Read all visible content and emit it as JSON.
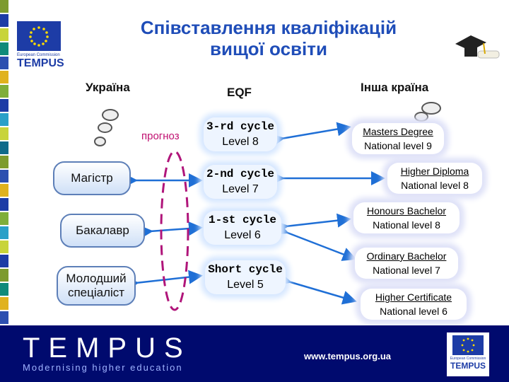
{
  "header": {
    "title_line1": "Співставлення кваліфікацій",
    "title_line2": "вищої освіти",
    "logo_caption": "European Commission",
    "logo_word": "TEMPUS"
  },
  "columns": {
    "ukraine": "Україна",
    "eqf": "EQF",
    "other": "Інша країна"
  },
  "forecast_label": "прогноз",
  "ukraine_nodes": [
    "Магістр",
    "Бакалавр",
    "Молодший спеціаліст"
  ],
  "eqf_nodes": [
    {
      "cycle": "3-rd cycle",
      "level": "Level 8"
    },
    {
      "cycle": "2-nd cycle",
      "level": "Level 7"
    },
    {
      "cycle": "1-st cycle",
      "level": "Level 6"
    },
    {
      "cycle": "Short cycle",
      "level": "Level 5"
    }
  ],
  "other_nodes": [
    {
      "degree": "Masters Degree",
      "level": "National level 9"
    },
    {
      "degree": "Higher Diploma",
      "level": "National level 8"
    },
    {
      "degree": "Honours Bachelor",
      "level": "National level 8"
    },
    {
      "degree": "Ordinary Bachelor",
      "level": "National level 7"
    },
    {
      "degree": "Higher Certificate",
      "level": "National level 6"
    }
  ],
  "footer": {
    "brand": "TEMPUS",
    "tagline": "Modernising higher education",
    "url": "www.tempus.org.ua",
    "logo_caption": "European Commission",
    "logo_word": "TEMPUS"
  },
  "colors": {
    "title": "#1f4db8",
    "arrow": "#1f6fd6",
    "ellipse": "#b0157a",
    "footer": "#000a6e"
  }
}
